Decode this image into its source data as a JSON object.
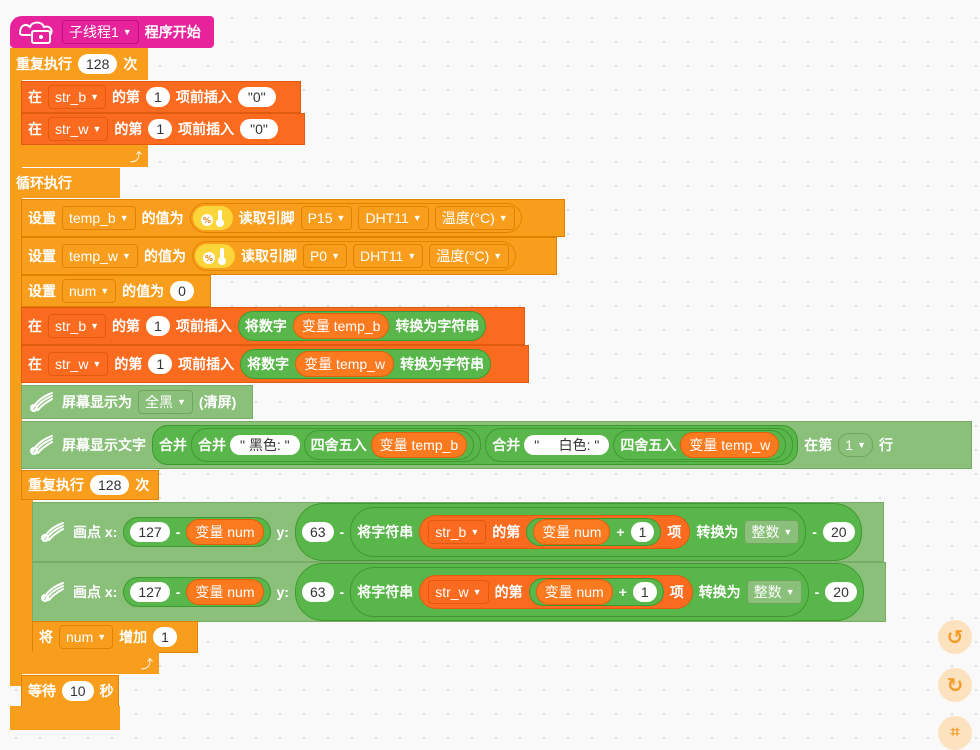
{
  "hat": {
    "thread": "子线程1",
    "label": "程序开始"
  },
  "repeat1": {
    "label": "重复执行",
    "count": "128",
    "unit": "次"
  },
  "insert": {
    "in": "在",
    "of": "的第",
    "before": "项前插入"
  },
  "rows_a": [
    {
      "var": "str_b",
      "index": "1",
      "value": "\"0\""
    },
    {
      "var": "str_w",
      "index": "1",
      "value": "\"0\""
    }
  ],
  "forever": {
    "label": "循环执行"
  },
  "set": {
    "label": "设置",
    "value_label": "的值为",
    "read": "读取引脚"
  },
  "set_rows": [
    {
      "var": "temp_b",
      "pin": "P15",
      "sensor": "DHT11",
      "measure": "温度(°C)"
    },
    {
      "var": "temp_w",
      "pin": "P0",
      "sensor": "DHT11",
      "measure": "温度(°C)"
    }
  ],
  "set_num": {
    "var": "num",
    "value": "0"
  },
  "convert": {
    "prefix": "将数字",
    "suffix": "转换为字符串"
  },
  "rows_b": [
    {
      "var": "str_b",
      "index": "1",
      "varblock": "变量 temp_b"
    },
    {
      "var": "str_w",
      "index": "1",
      "varblock": "变量 temp_w"
    }
  ],
  "screen": {
    "label": "屏幕显示为",
    "mode": "全黑",
    "clear": "(清屏)"
  },
  "text": {
    "label": "屏幕显示文字",
    "join": "合并",
    "black": "\" 黑色: \"",
    "round": "四舍五入",
    "var_b": "变量 temp_b",
    "white": "\"     白色: \"",
    "var_w": "变量 temp_w",
    "at": "在第",
    "line": "1",
    "row": "行"
  },
  "repeat2": {
    "label": "重复执行",
    "count": "128",
    "unit": "次"
  },
  "point": {
    "label": "画点 x:",
    "x": "127",
    "minus": "-",
    "var_num": "变量 num",
    "y_label": "y:",
    "y": "63",
    "str_prefix": "将字符串",
    "of": "的第",
    "plus": "+",
    "one": "1",
    "item": "项",
    "to": "转换为",
    "type": "整数",
    "sub": "20"
  },
  "point_rows": [
    {
      "var": "str_b"
    },
    {
      "var": "str_w"
    }
  ],
  "inc": {
    "label": "将",
    "var": "num",
    "action": "增加",
    "value": "1"
  },
  "wait": {
    "label": "等待",
    "value": "10",
    "unit": "秒"
  },
  "controls": {
    "undo": "undo-icon",
    "redo": "redo-icon",
    "crop": "crop-icon"
  }
}
